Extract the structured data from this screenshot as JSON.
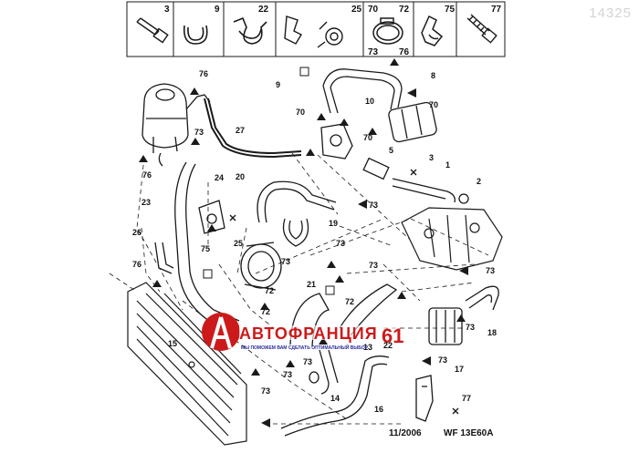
{
  "doc_id": "14325",
  "legend_items": [
    {
      "number": "3",
      "icon": "bolt-icon"
    },
    {
      "number": "9",
      "icon": "hose-clamp-icon"
    },
    {
      "number": "22",
      "icon": "spring-clip-icon"
    },
    {
      "number": "25",
      "icon": "push-rivet-icon"
    },
    {
      "number": "70",
      "icon": "band-clamp-icon",
      "number_bottom": "73"
    },
    {
      "number": "72",
      "icon": "band-clamp-icon",
      "number_bottom": "76"
    },
    {
      "number": "75",
      "icon": "bracket-clip-icon"
    },
    {
      "number": "77",
      "icon": "screw-icon"
    }
  ],
  "callouts": [
    "76",
    "27",
    "73",
    "76",
    "24",
    "23",
    "25",
    "26",
    "76",
    "75",
    "20",
    "19",
    "73",
    "73",
    "72",
    "72",
    "21",
    "73",
    "15",
    "72",
    "73",
    "73",
    "73",
    "14",
    "13",
    "22",
    "16",
    "73",
    "17",
    "77",
    "9",
    "70",
    "10",
    "70",
    "5",
    "3",
    "1",
    "2",
    "73",
    "73",
    "73",
    "18",
    "8",
    "70"
  ],
  "logo_text": "АВТОФРАНЦИЯ",
  "logo_number": "61",
  "logo_tagline": "МЫ ПОМОЖЕМ ВАМ СДЕЛАТЬ ОПТИМАЛЬНЫЙ ВЫБОР",
  "footer_date": "11/2006",
  "footer_code": "WF 13E60A",
  "colors": {
    "line": "#1a1a1a",
    "logo_red": "#cc1a1a",
    "logo_blue": "#2a2a9a"
  }
}
